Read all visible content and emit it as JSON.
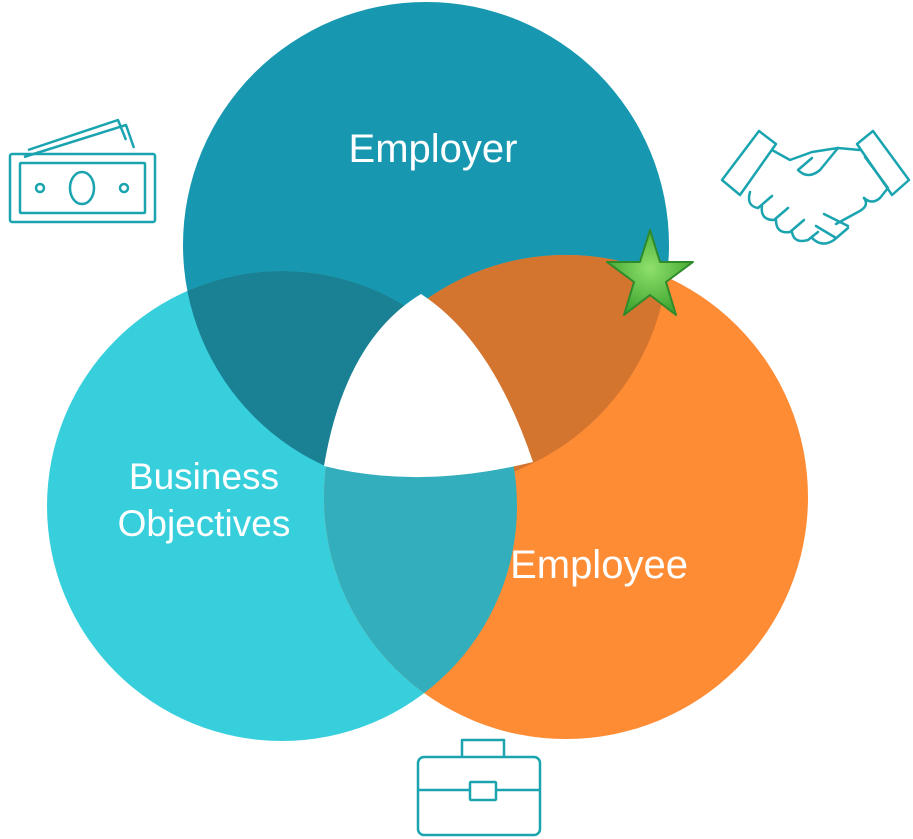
{
  "diagram": {
    "circles": {
      "employer": {
        "label": "Employer",
        "color": "#1898b0"
      },
      "business": {
        "label_line1": "Business",
        "label_line2": "Objectives",
        "color": "#38cfdd"
      },
      "employee": {
        "label": "Employee",
        "color": "#fd8c35"
      }
    },
    "overlap_colors": {
      "employer_over_business": "#1a8093",
      "employee_over_employer": "#d4752f",
      "business_over_employee": "#33aebc"
    },
    "center_color": "#ffffff",
    "icon_color": "#1aa4b0",
    "star_color": "#62c447",
    "icons": [
      "money-icon",
      "handshake-icon",
      "briefcase-icon",
      "star-icon"
    ]
  }
}
